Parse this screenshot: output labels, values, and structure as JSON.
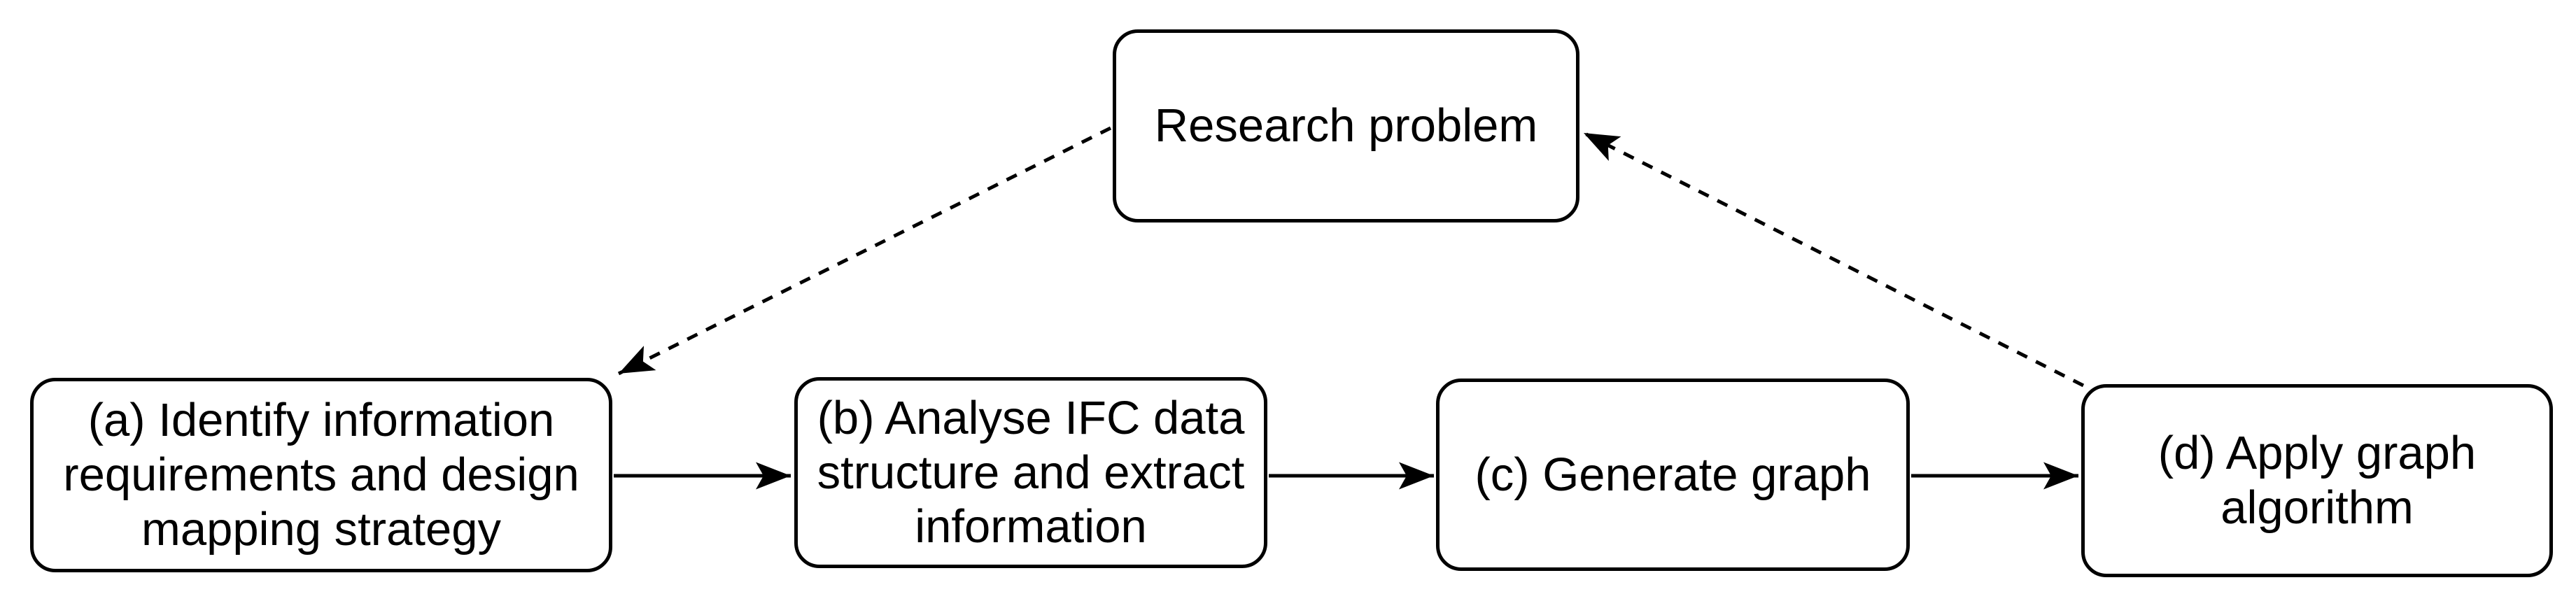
{
  "diagram": {
    "type": "flowchart",
    "background_color": "#ffffff",
    "stroke_color": "#000000",
    "text_color": "#000000",
    "nodes": [
      {
        "id": "research-problem",
        "label": "Research problem"
      },
      {
        "id": "step-a",
        "label": "(a) Identify information requirements and design mapping strategy"
      },
      {
        "id": "step-b",
        "label": "(b) Analyse IFC data structure and extract information"
      },
      {
        "id": "step-c",
        "label": "(c) Generate graph"
      },
      {
        "id": "step-d",
        "label": "(d) Apply graph algorithm"
      }
    ],
    "edges": [
      {
        "from": "research-problem",
        "to": "step-a",
        "style": "dashed",
        "arrowhead": "filled-classic"
      },
      {
        "from": "step-a",
        "to": "step-b",
        "style": "solid",
        "arrowhead": "filled-classic"
      },
      {
        "from": "step-b",
        "to": "step-c",
        "style": "solid",
        "arrowhead": "filled-classic"
      },
      {
        "from": "step-c",
        "to": "step-d",
        "style": "solid",
        "arrowhead": "filled-classic"
      },
      {
        "from": "step-d",
        "to": "research-problem",
        "style": "dashed",
        "arrowhead": "filled-classic"
      }
    ]
  }
}
